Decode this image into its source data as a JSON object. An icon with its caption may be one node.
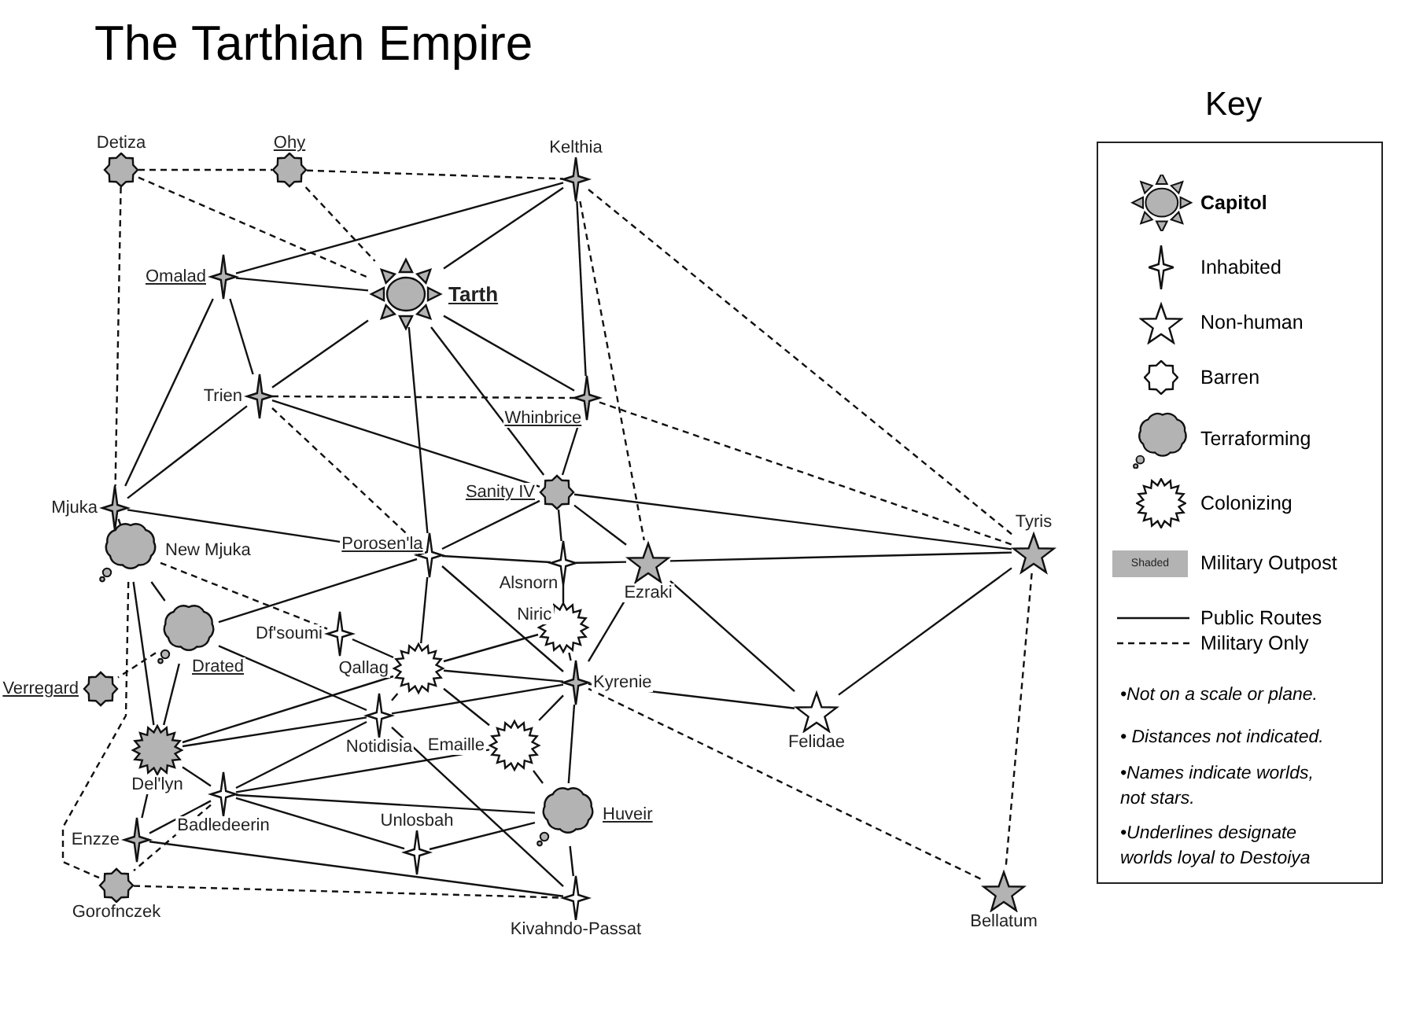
{
  "diagram": {
    "title": "The Tarthian Empire",
    "nodes": [
      {
        "text": [
          "Detiza"
        ]
      },
      {
        "text": [
          "Ohy"
        ]
      },
      {
        "text": [
          "Kelthia"
        ]
      },
      {
        "text": [
          "Omalad"
        ]
      },
      {
        "text": [
          "Tarth"
        ]
      },
      {
        "text": [
          "Trien"
        ]
      },
      {
        "text": [
          "Whinbrice"
        ]
      },
      {
        "text": [
          "Mjuka"
        ]
      },
      {
        "text": [
          "Sanity IV"
        ]
      },
      {
        "text": [
          "Porosen'la"
        ]
      },
      {
        "text": [
          "Alsnorn"
        ]
      },
      {
        "text": [
          "Ezraki"
        ]
      },
      {
        "text": [
          "Tyris"
        ]
      },
      {
        "text": [
          "New Mjuka"
        ]
      },
      {
        "text": [
          "Df'soumi"
        ]
      },
      {
        "text": [
          "Niric"
        ]
      },
      {
        "text": [
          "Drated"
        ]
      },
      {
        "text": [
          "Qallag"
        ]
      },
      {
        "text": [
          "Kyrenie"
        ]
      },
      {
        "text": [
          "Verregard"
        ]
      },
      {
        "text": [
          "Del'lyn"
        ]
      },
      {
        "text": [
          "Notidisia"
        ]
      },
      {
        "text": [
          "Emaille"
        ]
      },
      {
        "text": [
          "Felidae"
        ]
      },
      {
        "text": [
          "Badledeerin"
        ]
      },
      {
        "text": [
          "Huveir"
        ]
      },
      {
        "text": [
          "Enzze"
        ]
      },
      {
        "text": [
          "Unlosbah"
        ]
      },
      {
        "text": [
          "Gorofnczek"
        ]
      },
      {
        "text": [
          "Kivahndo-Passat"
        ]
      },
      {
        "text": [
          "Bellatum"
        ]
      }
    ],
    "edges": [
      {
        "from": 0,
        "to": 1,
        "arrow": "none",
        "style": "dashed"
      },
      {
        "from": 1,
        "to": 2,
        "arrow": "none",
        "style": "dashed"
      },
      {
        "from": 0,
        "to": 4,
        "arrow": "none",
        "style": "dashed"
      },
      {
        "from": 1,
        "to": 4,
        "arrow": "none",
        "style": "dashed"
      },
      {
        "from": 0,
        "to": 7,
        "arrow": "none",
        "style": "dashed"
      },
      {
        "from": 2,
        "to": 3,
        "arrow": "none"
      },
      {
        "from": 2,
        "to": 4,
        "arrow": "none"
      },
      {
        "from": 2,
        "to": 6,
        "arrow": "none"
      },
      {
        "from": 2,
        "to": 11,
        "arrow": "none",
        "style": "dashed"
      },
      {
        "from": 2,
        "to": 12,
        "arrow": "none",
        "style": "dashed"
      },
      {
        "from": 3,
        "to": 4,
        "arrow": "none"
      },
      {
        "from": 3,
        "to": 5,
        "arrow": "none"
      },
      {
        "from": 3,
        "to": 7,
        "arrow": "none"
      },
      {
        "from": 5,
        "to": 4,
        "arrow": "none"
      },
      {
        "from": 5,
        "to": 7,
        "arrow": "none"
      },
      {
        "from": 5,
        "to": 6,
        "arrow": "none",
        "style": "dashed"
      },
      {
        "from": 5,
        "to": 8,
        "arrow": "none"
      },
      {
        "from": 5,
        "to": 9,
        "arrow": "none",
        "style": "dashed"
      },
      {
        "from": 4,
        "to": 6,
        "arrow": "none"
      },
      {
        "from": 4,
        "to": 8,
        "arrow": "none"
      },
      {
        "from": 4,
        "to": 9,
        "arrow": "none"
      },
      {
        "from": 6,
        "to": 12,
        "arrow": "none",
        "style": "dashed"
      },
      {
        "from": 6,
        "to": 8,
        "arrow": "none"
      },
      {
        "from": 7,
        "to": 9,
        "arrow": "none"
      },
      {
        "from": 7,
        "to": 13,
        "arrow": "none"
      },
      {
        "from": 8,
        "to": 9,
        "arrow": "none"
      },
      {
        "from": 8,
        "to": 12,
        "arrow": "none"
      },
      {
        "from": 8,
        "to": 10,
        "arrow": "none"
      },
      {
        "from": 8,
        "to": 11,
        "arrow": "none"
      },
      {
        "from": 9,
        "to": 10,
        "arrow": "none"
      },
      {
        "from": 10,
        "to": 11,
        "arrow": "none"
      },
      {
        "from": 11,
        "to": 12,
        "arrow": "none"
      },
      {
        "from": 10,
        "to": 15,
        "arrow": "none"
      },
      {
        "from": 9,
        "to": 18,
        "arrow": "none"
      },
      {
        "from": 9,
        "to": 16,
        "arrow": "none"
      },
      {
        "from": 9,
        "to": 17,
        "arrow": "none"
      },
      {
        "from": 13,
        "to": 14,
        "arrow": "none",
        "style": "dashed"
      },
      {
        "from": 13,
        "to": 20,
        "arrow": "none"
      },
      {
        "from": 13,
        "to": 16,
        "arrow": "none"
      },
      {
        "from": 13,
        "to": 28,
        "arrow": "none",
        "style": "dashed"
      },
      {
        "from": 14,
        "to": 17,
        "arrow": "none"
      },
      {
        "from": 16,
        "to": 19,
        "arrow": "none",
        "style": "dashed"
      },
      {
        "from": 16,
        "to": 20,
        "arrow": "none"
      },
      {
        "from": 16,
        "to": 21,
        "arrow": "none"
      },
      {
        "from": 17,
        "to": 15,
        "arrow": "none"
      },
      {
        "from": 17,
        "to": 18,
        "arrow": "none"
      },
      {
        "from": 17,
        "to": 21,
        "arrow": "none"
      },
      {
        "from": 17,
        "to": 22,
        "arrow": "none"
      },
      {
        "from": 17,
        "to": 20,
        "arrow": "none"
      },
      {
        "from": 15,
        "to": 18,
        "arrow": "none"
      },
      {
        "from": 18,
        "to": 11,
        "arrow": "none"
      },
      {
        "from": 18,
        "to": 23,
        "arrow": "none"
      },
      {
        "from": 18,
        "to": 30,
        "arrow": "none",
        "style": "dashed"
      },
      {
        "from": 18,
        "to": 22,
        "arrow": "none"
      },
      {
        "from": 18,
        "to": 25,
        "arrow": "none"
      },
      {
        "from": 25,
        "to": 29,
        "arrow": "none"
      },
      {
        "from": 20,
        "to": 21,
        "arrow": "none"
      },
      {
        "from": 21,
        "to": 18,
        "arrow": "none"
      },
      {
        "from": 21,
        "to": 29,
        "arrow": "none"
      },
      {
        "from": 22,
        "to": 25,
        "arrow": "none"
      },
      {
        "from": 20,
        "to": 24,
        "arrow": "none"
      },
      {
        "from": 20,
        "to": 26,
        "arrow": "none"
      },
      {
        "from": 24,
        "to": 21,
        "arrow": "none"
      },
      {
        "from": 24,
        "to": 22,
        "arrow": "none"
      },
      {
        "from": 24,
        "to": 25,
        "arrow": "none"
      },
      {
        "from": 24,
        "to": 27,
        "arrow": "none"
      },
      {
        "from": 24,
        "to": 26,
        "arrow": "none"
      },
      {
        "from": 24,
        "to": 28,
        "arrow": "none",
        "style": "dashed"
      },
      {
        "from": 27,
        "to": 25,
        "arrow": "none"
      },
      {
        "from": 26,
        "to": 29,
        "arrow": "none"
      },
      {
        "from": 28,
        "to": 29,
        "arrow": "none",
        "style": "dashed"
      },
      {
        "from": 11,
        "to": 23,
        "arrow": "none"
      },
      {
        "from": 23,
        "to": 12,
        "arrow": "none"
      },
      {
        "from": 12,
        "to": 30,
        "arrow": "none",
        "style": "dashed"
      }
    ],
    "labels": [
      "Key",
      "Shaded",
      "•Not on a scale or plane.",
      "• Distances not indicated.",
      "•Names indicate worlds, not stars.",
      "•Underlines designate worlds loyal to Destoiya"
    ],
    "legend": [
      {
        "text": "Capitol"
      },
      {
        "text": "Inhabited"
      },
      {
        "text": "Non-human"
      },
      {
        "text": "Barren"
      },
      {
        "text": "Terraforming"
      },
      {
        "text": "Colonizing"
      },
      {
        "text": "Military Outpost",
        "color": "#b3b3b3"
      },
      {
        "text": "Public Routes"
      },
      {
        "text": "Military Only"
      }
    ]
  }
}
